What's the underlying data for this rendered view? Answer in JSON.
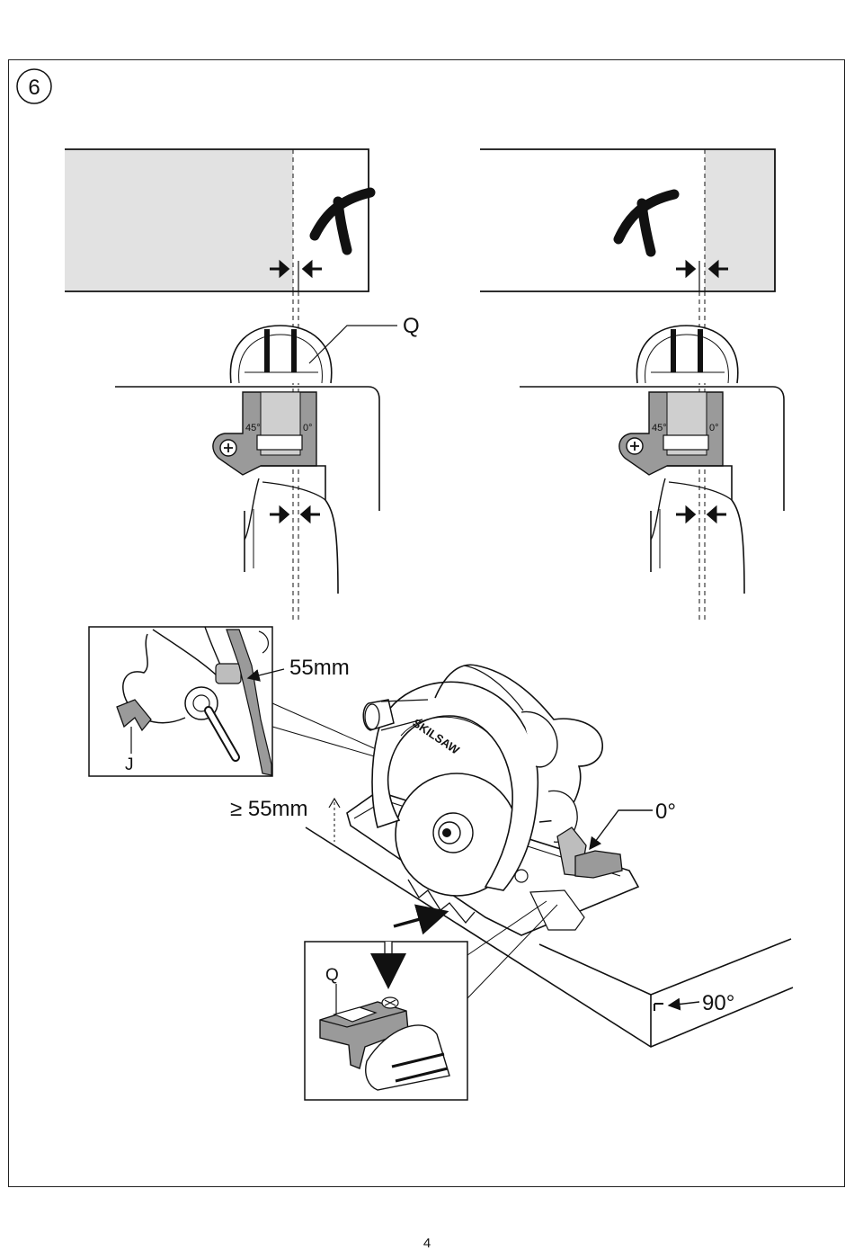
{
  "figure": {
    "number": "6"
  },
  "callouts": {
    "q_top": "Q",
    "q_inset": "Q",
    "depth_inset": "55mm",
    "j": "J",
    "depth_min": "≥ 55mm",
    "angle_zero": "0°",
    "angle_ninety": "90°",
    "scale_left_45": "45°",
    "scale_left_0": "0°",
    "scale_right_45": "45°",
    "scale_right_0": "0°",
    "brand": "SKILSAW"
  },
  "colors": {
    "line": "#111111",
    "shade": "#e2e2e2",
    "dark_shade": "#9a9a9a"
  },
  "page": {
    "number": "4"
  }
}
